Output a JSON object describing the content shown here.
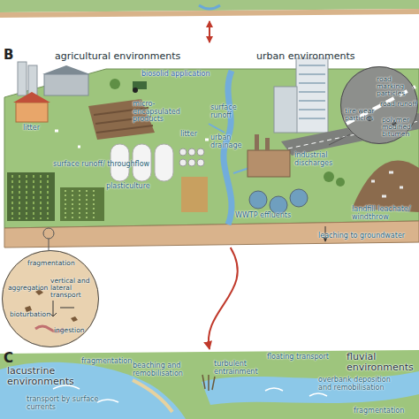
{
  "diagram": {
    "nodes": [
      {
        "text": [
          "B"
        ]
      },
      {
        "text": [
          "road marking particles",
          "road runoff",
          "tire wear particles",
          "polymer modified bitumen"
        ],
        "in": 0
      },
      {
        "text": [
          "fragmentation",
          "aggregation",
          "vertical and lateral transport",
          "bioturbation",
          "ingestion"
        ]
      },
      {
        "text": [
          "C"
        ]
      }
    ],
    "edges": [
      {
        "from": 0,
        "to": 3,
        "arrow": "to"
      }
    ],
    "labels": [
      "agricultural environments",
      "urban environments",
      "biosolid application",
      "litter",
      "micro-encapsulated products",
      "surface runoff/ throughflow",
      "litter",
      "surface runoff",
      "urban drainage",
      "plasticulture",
      "industrial discharges",
      "landfill leachate/ windthrow",
      "WWTP effluents",
      "leaching to groundwater",
      "lacustrine environments",
      "fragmentation",
      "transport by surface currents",
      "beaching and remobilisation",
      "turbulent entrainment",
      "floating transport",
      "fluvial environments",
      "overbank deposition and remobilisation",
      "fragmentation"
    ]
  }
}
